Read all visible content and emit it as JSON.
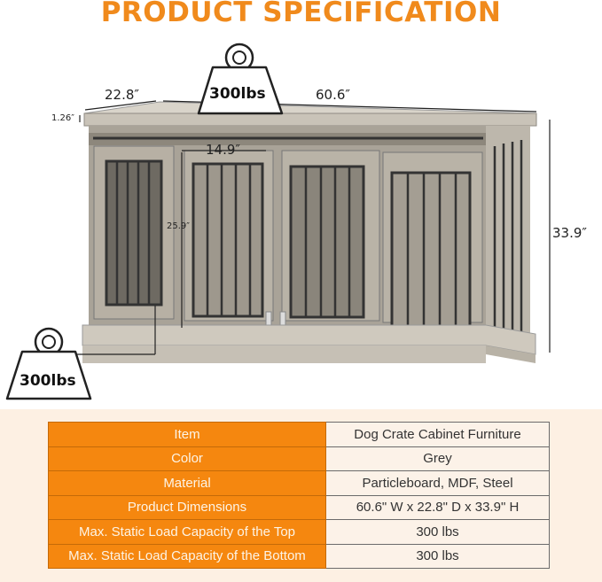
{
  "title": "PRODUCT SPECIFICATION",
  "dimensions": {
    "depth": "22.8″",
    "width": "60.6″",
    "top_thickness": "1.26″",
    "door_width": "14.9″",
    "door_height": "25.9″",
    "height": "33.9″"
  },
  "load_badges": {
    "top": "300lbs",
    "bottom": "300lbs"
  },
  "spec_table": [
    {
      "label": "Item",
      "value": "Dog Crate Cabinet Furniture"
    },
    {
      "label": "Color",
      "value": "Grey"
    },
    {
      "label": "Material",
      "value": "Particleboard, MDF, Steel"
    },
    {
      "label": "Product Dimensions",
      "value": "60.6\" W x 22.8\" D x 33.9\" H"
    },
    {
      "label": "Max. Static Load Capacity of the Top",
      "value": "300 lbs"
    },
    {
      "label": "Max. Static Load Capacity of the Bottom",
      "value": "300 lbs"
    }
  ],
  "colors": {
    "accent": "#f5870f",
    "title": "#f08a1c",
    "table_bg": "#fdf0e3",
    "wood": "#b8b2a6"
  }
}
